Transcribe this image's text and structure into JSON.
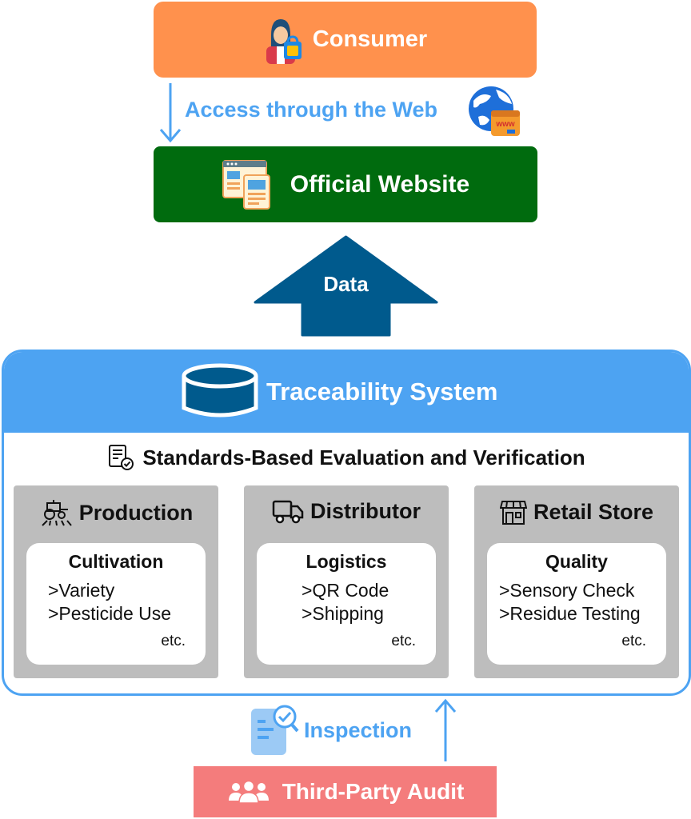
{
  "consumer": {
    "label": "Consumer"
  },
  "access": {
    "label": "Access through the Web",
    "badge_text": "www"
  },
  "website": {
    "label": "Official Website"
  },
  "data_flow": {
    "label": "Data"
  },
  "traceability": {
    "title": "Traceability System",
    "standards_label": "Standards-Based Evaluation and Verification",
    "columns": [
      {
        "title": "Production",
        "icon": "tractor-icon",
        "card_title": "Cultivation",
        "items": [
          ">Variety",
          ">Pesticide Use"
        ],
        "etc": "etc."
      },
      {
        "title": "Distributor",
        "icon": "truck-icon",
        "card_title": "Logistics",
        "items": [
          ">QR Code",
          ">Shipping"
        ],
        "etc": "etc."
      },
      {
        "title": "Retail Store",
        "icon": "store-icon",
        "card_title": "Quality",
        "items": [
          ">Sensory Check",
          ">Residue Testing"
        ],
        "etc": "etc."
      }
    ]
  },
  "inspection": {
    "label": "Inspection"
  },
  "audit": {
    "label": "Third-Party Audit"
  },
  "colors": {
    "consumer_bg": "#FF914D",
    "website_bg": "#006B0E",
    "data_arrow": "#005A8D",
    "trace_blue": "#4DA3F2",
    "column_bg": "#BDBDBD",
    "audit_bg": "#F47C7C"
  }
}
